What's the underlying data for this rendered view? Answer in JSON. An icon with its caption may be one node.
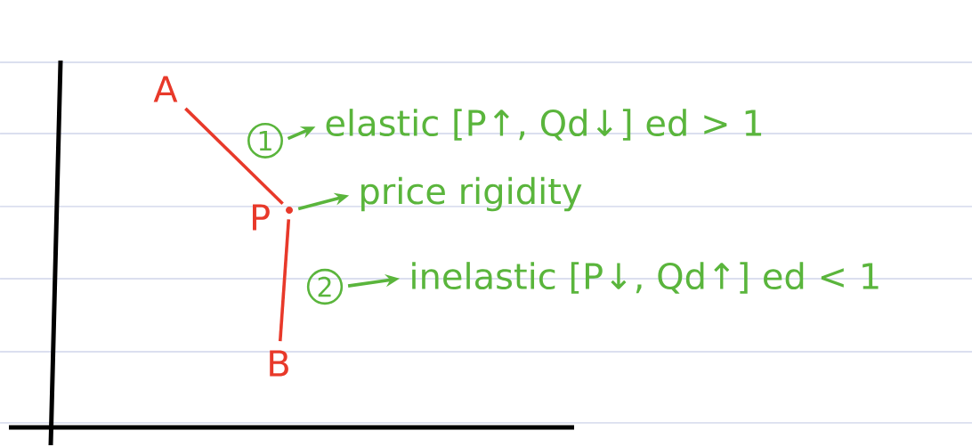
{
  "diagram": {
    "nodes": [
      {
        "text": [
          "A"
        ]
      },
      {
        "text": [],
        "shape": "circle",
        "beside": [
          "P"
        ]
      },
      {
        "text": [
          "B"
        ]
      },
      {
        "text": [
          "1"
        ]
      },
      {
        "text": [
          "elastic [P↑, Qd↓] ed > 1"
        ]
      },
      {
        "text": [
          "price rigidity"
        ]
      },
      {
        "text": [
          "2"
        ]
      },
      {
        "text": [
          "inelastic [P↓, Qd↑] ed < 1"
        ]
      }
    ],
    "edges": [
      {
        "from": 0,
        "to": 1,
        "arrow": "none",
        "color": "#e8392a"
      },
      {
        "from": 1,
        "to": 2,
        "arrow": "none",
        "color": "#e8392a"
      },
      {
        "from": 3,
        "to": 4,
        "arrow": "to"
      },
      {
        "from": 1,
        "to": 5,
        "arrow": "to"
      },
      {
        "from": 6,
        "to": 7,
        "arrow": "to"
      }
    ]
  }
}
